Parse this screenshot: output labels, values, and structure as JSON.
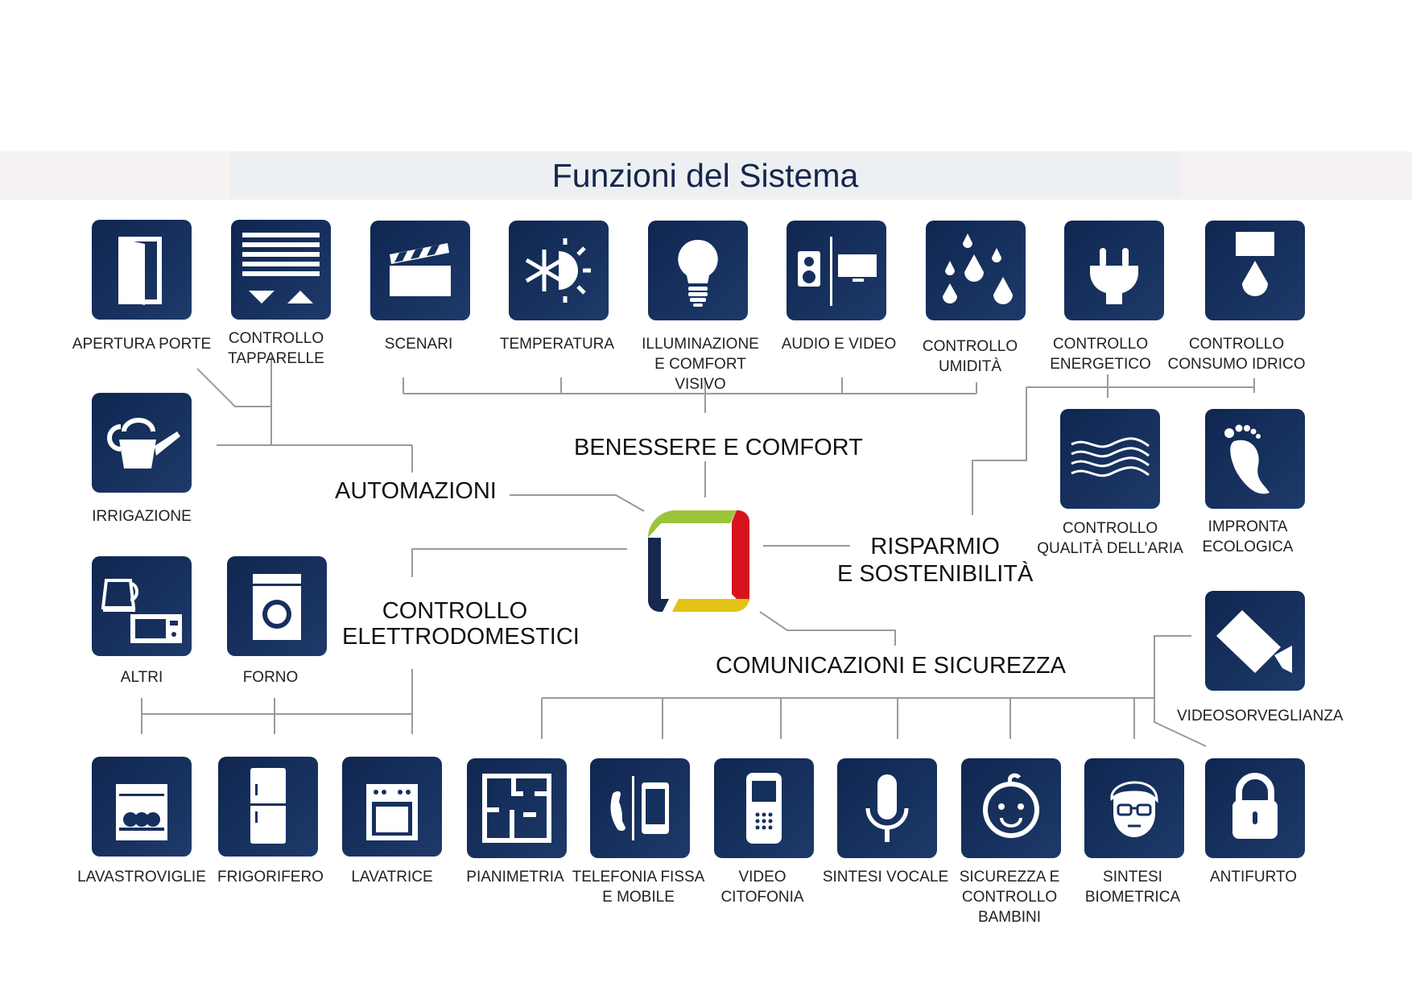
{
  "title": "Funzioni del Sistema",
  "categories": {
    "benessere": "BENESSERE E COMFORT",
    "automazioni": "AUTOMAZIONI",
    "risparmio": [
      "RISPARMIO",
      "E SOSTENIBILITÀ"
    ],
    "elettrodomestici": [
      "CONTROLLO",
      "ELETTRODOMESTICI"
    ],
    "comunicazioni": "COMUNICAZIONI E SICUREZZA"
  },
  "items": {
    "apertura_porte": [
      "APERTURA PORTE"
    ],
    "controllo_tapparelle": [
      "CONTROLLO",
      "TAPPARELLE"
    ],
    "scenari": [
      "SCENARI"
    ],
    "temperatura": [
      "TEMPERATURA"
    ],
    "illuminazione": [
      "ILLUMINAZIONE",
      "E COMFORT VISIVO"
    ],
    "audio_video": [
      "AUDIO E VIDEO"
    ],
    "controllo_umidita": [
      "CONTROLLO",
      "UMIDITÀ"
    ],
    "controllo_energetico": [
      "CONTROLLO",
      "ENERGETICO"
    ],
    "consumo_idrico": [
      "CONTROLLO",
      "CONSUMO IDRICO"
    ],
    "irrigazione": [
      "IRRIGAZIONE"
    ],
    "qualita_aria": [
      "CONTROLLO",
      "QUALITÀ DELL’ARIA"
    ],
    "impronta_ecologica": [
      "IMPRONTA",
      "ECOLOGICA"
    ],
    "altri": [
      "ALTRI"
    ],
    "forno": [
      "FORNO"
    ],
    "videosorveglianza": [
      "VIDEOSORVEGLIANZA"
    ],
    "lavastoviglie": [
      "LAVASTROVIGLIE"
    ],
    "frigorifero": [
      "FRIGORIFERO"
    ],
    "lavatrice": [
      "LAVATRICE"
    ],
    "pianimetria": [
      "PIANIMETRIA"
    ],
    "telefonia": [
      "TELEFONIA FISSA",
      "E MOBILE"
    ],
    "videocitofonia": [
      "VIDEO",
      "CITOFONIA"
    ],
    "sintesi_vocale": [
      "SINTESI VOCALE"
    ],
    "sicurezza_bambini": [
      "SICUREZZA E",
      "CONTROLLO",
      "BAMBINI"
    ],
    "sintesi_biometrica": [
      "SINTESI",
      "BIOMETRICA"
    ],
    "antifurto": [
      "ANTIFURTO"
    ]
  },
  "colors": {
    "tile": "#16305e",
    "green": "#9bc43a",
    "red": "#d7141e",
    "yellow": "#e2c316",
    "navy": "#17284f",
    "line": "#9a9a9a"
  }
}
